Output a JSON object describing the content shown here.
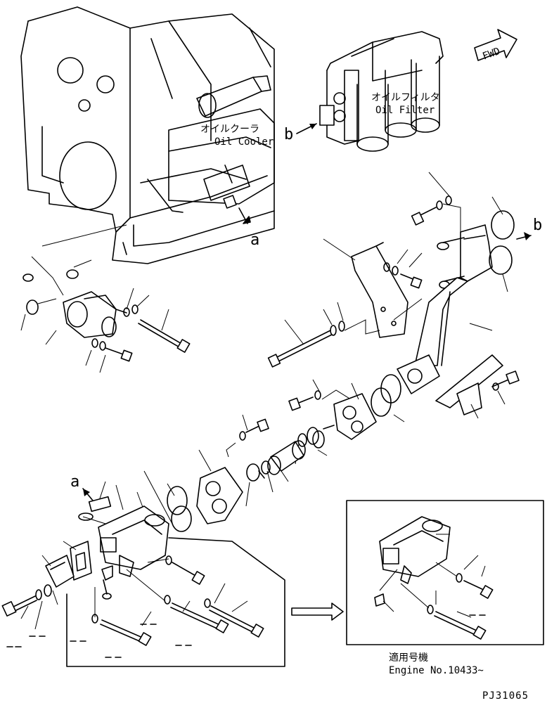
{
  "callouts": {
    "oil_cooler_jp": "オイルクーラ",
    "oil_cooler_en": "Oil Cooler",
    "oil_filter_jp": "オイルフィルタ",
    "oil_filter_en": "Oil Filter",
    "arrow_fwd": "FWD",
    "ref_a_top": "a",
    "ref_a_bottom": "a",
    "ref_b_left": "b",
    "ref_b_right": "b"
  },
  "inset": {
    "applicable_jp": "適用号機",
    "serial": "Engine No.10433~"
  },
  "drawing_number": "PJ31065"
}
